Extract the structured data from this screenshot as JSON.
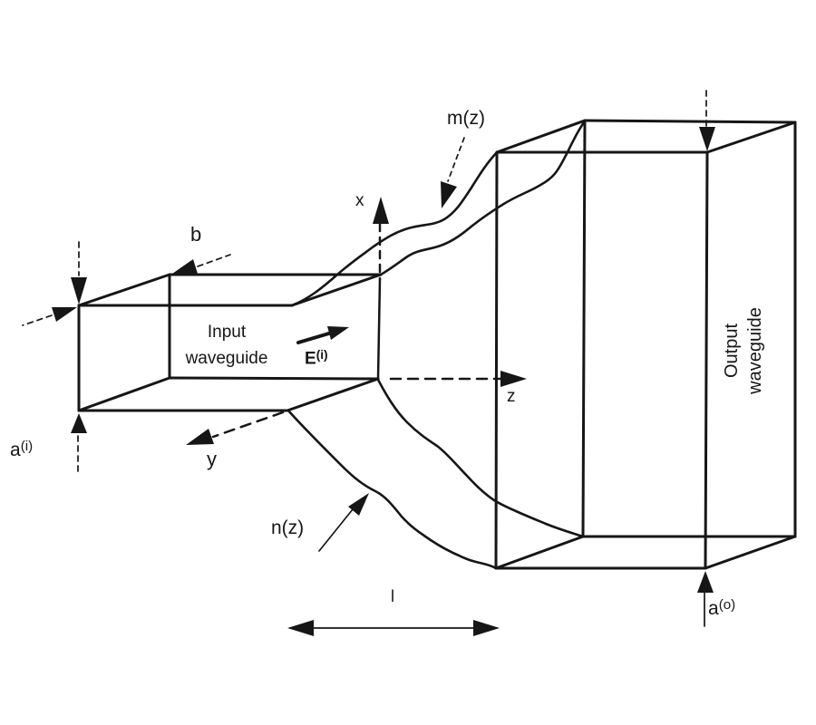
{
  "figure_title": "waveguide-taper-diagram",
  "labels": {
    "m_z": "m(z)",
    "n_z": "n(z)",
    "b": "b",
    "x_axis": "x",
    "y_axis": "y",
    "z_axis": "z",
    "length": "l",
    "a_input": {
      "base": "a",
      "sup": "(i)"
    },
    "a_output": {
      "base": "a",
      "sup": "(o)"
    },
    "e_field": {
      "base": "E",
      "sup": "(i)"
    },
    "input_waveguide": {
      "line1": "Input",
      "line2": "waveguide"
    },
    "output_waveguide": {
      "line1": "Output",
      "line2": "waveguide"
    }
  },
  "colors": {
    "ink": "#161616",
    "background": "#ffffff"
  }
}
